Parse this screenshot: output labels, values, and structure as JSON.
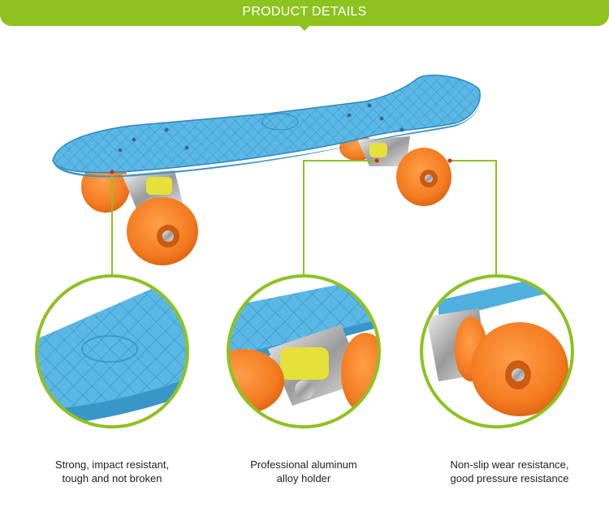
{
  "header": {
    "title": "PRODUCT DETAILS"
  },
  "colors": {
    "accent": "#8dc21f",
    "deck": "#4fb0e0",
    "wheel": "#f47b20",
    "callout_dot": "#e02020"
  },
  "features": [
    {
      "line1": "Strong, impact resistant,",
      "line2": "tough and not broken",
      "detail": "deck-texture"
    },
    {
      "line1": "Professional aluminum",
      "line2": "alloy holder",
      "detail": "truck-holder"
    },
    {
      "line1": "Non-slip wear resistance,",
      "line2": "good pressure resistance",
      "detail": "wheel"
    }
  ]
}
